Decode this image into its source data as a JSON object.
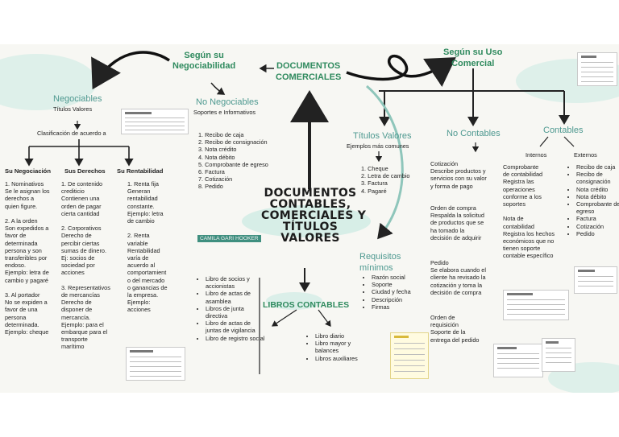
{
  "center": {
    "title_lines": [
      "DOCUMENTOS",
      "CONTABLES,",
      "COMERCIALES Y",
      "TÍTULOS",
      "VALORES"
    ],
    "author": "CAMILA GARI HOOKER"
  },
  "top": {
    "documentos_comerciales": "DOCUMENTOS\nCOMERCIALES",
    "segun_negociabilidad": "Según su\nNegociabilidad",
    "segun_uso": "Según su Uso\nComercial"
  },
  "negociables": {
    "title": "Negociables",
    "subtitle": "Títulos Valores",
    "clasificacion": "Clasificación de acuerdo a",
    "headers": [
      "Su Negociación",
      "Sus Derechos",
      "Su Rentabilidad"
    ],
    "negociacion": "1. Nominativos\nSe le asignan los\nderechos a\nquien figure.\n\n2. A la orden\nSon expedidos a\nfavor de\ndeterminada\npersona y son\ntransferibles por\nendoso.\nEjemplo: letra de\ncambio y pagaré\n\n3. Al portador\nNo se expiden a\nfavor de una\npersona\ndeterminada.\nEjemplo: cheque",
    "derechos": "1. De contenido\ncrediticio\nContienen una\norden de pagar\ncierta cantidad\n\n2. Corporativos\nDerecho de\npercibir ciertas\nsumas de dinero.\nEj: socios de\nsociedad por\nacciones\n\n3. Representativos\nde mercancías\nDerecho de\ndisponer de\nmercancía.\nEjemplo: para el\nembarque para el\ntransporte\nmarítimo",
    "rentabilidad": "1. Renta fija\nGeneran\nrentabilidad\nconstante.\nEjemplo: letra\nde cambio\n\n2. Renta\nvariable\nRentabilidad\nvaría de\nacuerdo al\ncomportamient\no del mercado\no ganancias de\nla empresa.\nEjemplo:\nacciones"
  },
  "no_negociables": {
    "title": "No Negociables",
    "subtitle": "Soportes e Informativos",
    "items": [
      "1. Recibo de caja",
      "2. Recibo de consignación",
      "3. Nota crédito",
      "4. Nota débito",
      "5. Comprobante de egreso",
      "6. Factura",
      "7. Cotización",
      "8. Pedido"
    ]
  },
  "libros": {
    "title": "LIBROS CONTABLES",
    "left": [
      "Libro de socios y accionistas",
      "Libro de actas de asamblea",
      "Libros de junta directiva",
      "Libro de actas de juntas de vigilancia",
      "Libro de registro social"
    ],
    "right": [
      "Libro diario",
      "Libro mayor y balances",
      "Libros auxiliares"
    ]
  },
  "titulos_valores": {
    "title": "Títulos Valores",
    "subtitle": "Ejemplos más comunes",
    "items": [
      "1. Cheque",
      "2. Letra de cambio",
      "3. Factura",
      "4. Pagaré"
    ]
  },
  "requisitos": {
    "title": "Requisitos\nmínimos",
    "items": [
      "Razón social",
      "Soporte",
      "Ciudad y fecha",
      "Descripción",
      "Firmas"
    ]
  },
  "no_contables": {
    "title": "No Contables",
    "cotizacion": "Cotización\nDescribe productos y\nservicios con su valor\ny forma de pago",
    "orden_compra": "Orden de compra\nRespalda la solicitud\nde productos que se\nha tomado la\ndecisión de adquirir",
    "pedido": "Pedido\nSe elabora cuando el\ncliente ha revisado la\ncotización y toma la\ndecisión de compra",
    "orden_requisicion": "Orden de\nrequisición\nSoporte de la\nentrega del pedido"
  },
  "contables": {
    "title": "Contables",
    "internos_label": "Internos",
    "externos_label": "Externos",
    "internos": "Comprobante\nde contabilidad\nRegistra las\noperaciones\nconforme a los\nsoportes\n\nNota de\ncontabilidad\nRegistra los hechos\neconómicos que no\ntienen soporte\ncontable específico",
    "externos": [
      "Recibo de caja",
      "Recibo de consignación",
      "Nota crédito",
      "Nota débito",
      "Comprobante de egreso",
      "Factura",
      "Cotización",
      "Pedido"
    ]
  },
  "colors": {
    "teal": "#4e9990",
    "green": "#2f8a5e",
    "blob": "#d3ece6",
    "dark": "#1c1c1c"
  }
}
